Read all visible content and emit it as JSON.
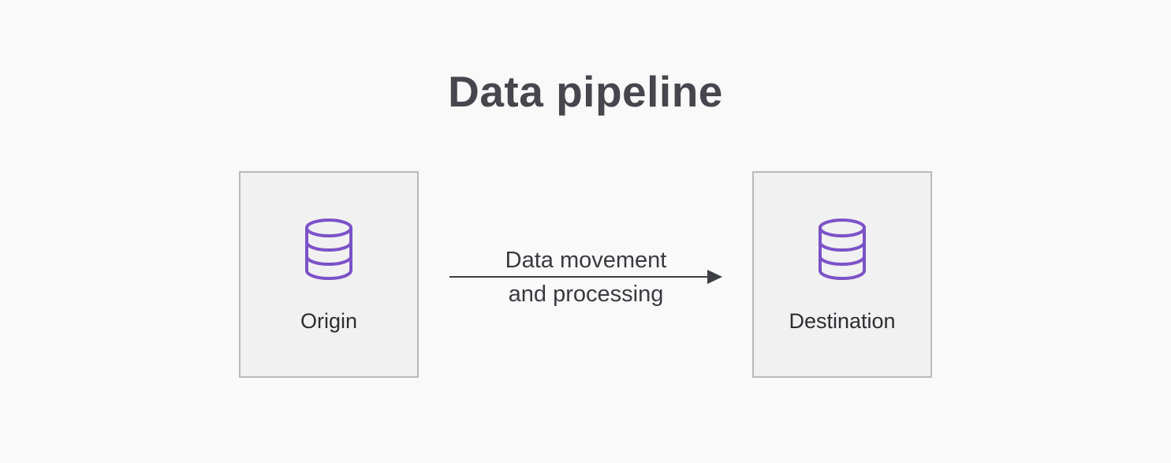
{
  "title": "Data pipeline",
  "nodes": [
    {
      "label": "Origin",
      "icon": "database-icon"
    },
    {
      "label": "Destination",
      "icon": "database-icon"
    }
  ],
  "connector": {
    "label_line1": "Data movement",
    "label_line2": "and processing",
    "direction": "left-to-right",
    "arrowhead": "arrow-right-icon"
  },
  "colors": {
    "background": "#f9f9fa",
    "box_fill": "#f1f1f2",
    "box_border": "#b9babc",
    "accent_purple": "#7c52c8",
    "title_text": "#46464c",
    "body_text": "#2d2d32",
    "arrow": "#3e3e45"
  }
}
